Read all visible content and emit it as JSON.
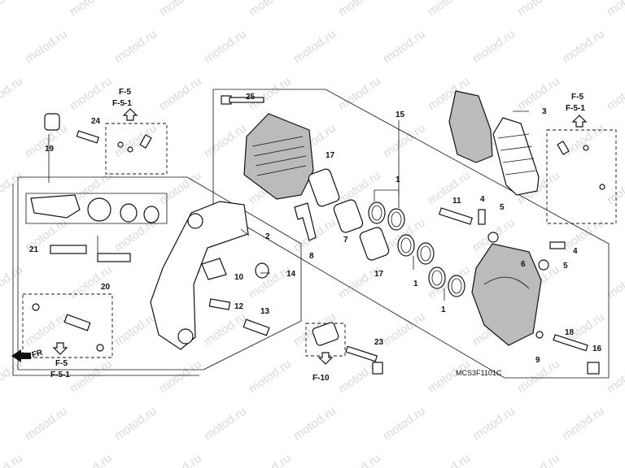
{
  "watermark_text": "motod.ru",
  "callouts": [
    "1",
    "1",
    "1",
    "2",
    "3",
    "4",
    "4",
    "5",
    "5",
    "6",
    "7",
    "8",
    "9",
    "10",
    "11",
    "12",
    "13",
    "14",
    "15",
    "16",
    "17",
    "17",
    "18",
    "19",
    "20",
    "21",
    "23",
    "24",
    "25"
  ],
  "refs": {
    "top_left": [
      "F-5",
      "F-5-1"
    ],
    "top_right": [
      "F-5",
      "F-5-1"
    ],
    "bottom_left": [
      "F-5",
      "F-5-1"
    ],
    "bottom_center": "F-10"
  },
  "front_marker": "FR",
  "diagram_code": "MCS3F1101C"
}
